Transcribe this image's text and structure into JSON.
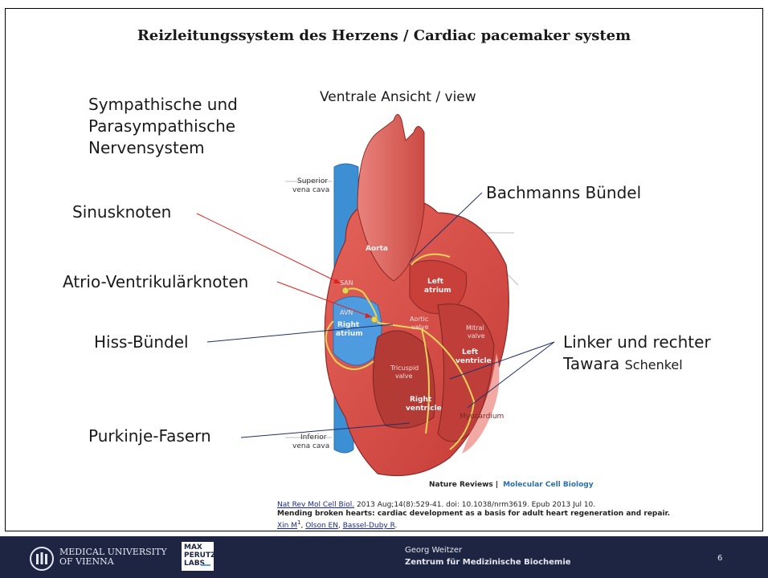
{
  "slide": {
    "title": "Reizleitungssystem des Herzens / Cardiac pacemaker system",
    "view_label": "Ventrale Ansicht / view",
    "labels": {
      "symp_line1": "Sympathische und",
      "symp_line2": "Parasympathische",
      "symp_line3": "Nervensystem",
      "sinusknoten": "Sinusknoten",
      "avnode": "Atrio-Ventrikulärknoten",
      "hiss": "Hiss-Bündel",
      "purkinje": "Purkinje-Fasern",
      "bachmann": "Bachmanns Bündel",
      "tawara_line1": "Linker und rechter",
      "tawara_line2_big": "Tawara",
      "tawara_line2_small": "Schenkel"
    },
    "figure": {
      "superior_vena_cava_1": "Superior",
      "superior_vena_cava_2": "vena cava",
      "inferior_vena_cava_1": "Inferior",
      "inferior_vena_cava_2": "vena cava",
      "aorta": "Aorta",
      "left_atrium_1": "Left",
      "left_atrium_2": "atrium",
      "right_atrium_1": "Right",
      "right_atrium_2": "atrium",
      "san": "SAN",
      "avn": "AVN",
      "aortic_valve_1": "Aortic",
      "aortic_valve_2": "valve",
      "mitral_valve_1": "Mitral",
      "mitral_valve_2": "valve",
      "left_ventricle_1": "Left",
      "left_ventricle_2": "ventricle",
      "tricuspid_valve_1": "Tricuspid",
      "tricuspid_valve_2": "valve",
      "right_ventricle_1": "Right",
      "right_ventricle_2": "ventricle",
      "myocardium": "Myocardium",
      "source_bold": "Nature Reviews |",
      "source_blue": "Molecular Cell Biology"
    },
    "citation": {
      "journal_link": "Nat Rev Mol Cell Biol.",
      "journal_rest": "2013 Aug;14(8):529-41. doi: 10.1038/nrm3619. Epub 2013 Jul 10.",
      "article_title": "Mending broken hearts: cardiac development as a basis for adult heart regeneration and repair.",
      "author1": "Xin M",
      "author1_sup": "1",
      "author2": "Olson EN",
      "author3": "Bassel-Duby R",
      "sep": ", ",
      "end": "."
    }
  },
  "footer": {
    "university_line1": "MEDICAL UNIVERSITY",
    "university_line2": "OF VIENNA",
    "labs_line1": "MAX",
    "labs_line2": "PERUTZ",
    "labs_line3": "LABS",
    "presenter": "Georg Weitzer",
    "institute": "Zentrum für Medizinische Biochemie",
    "page_number": "6"
  },
  "colors": {
    "footer_bg": "#1d2543",
    "arrow_red": "#e0201a",
    "arrow_navy": "#1f2f6a",
    "vena_blue": "#3d8fd4",
    "heart_red": "#d2463f",
    "conduction_yellow": "#e8d35a"
  }
}
